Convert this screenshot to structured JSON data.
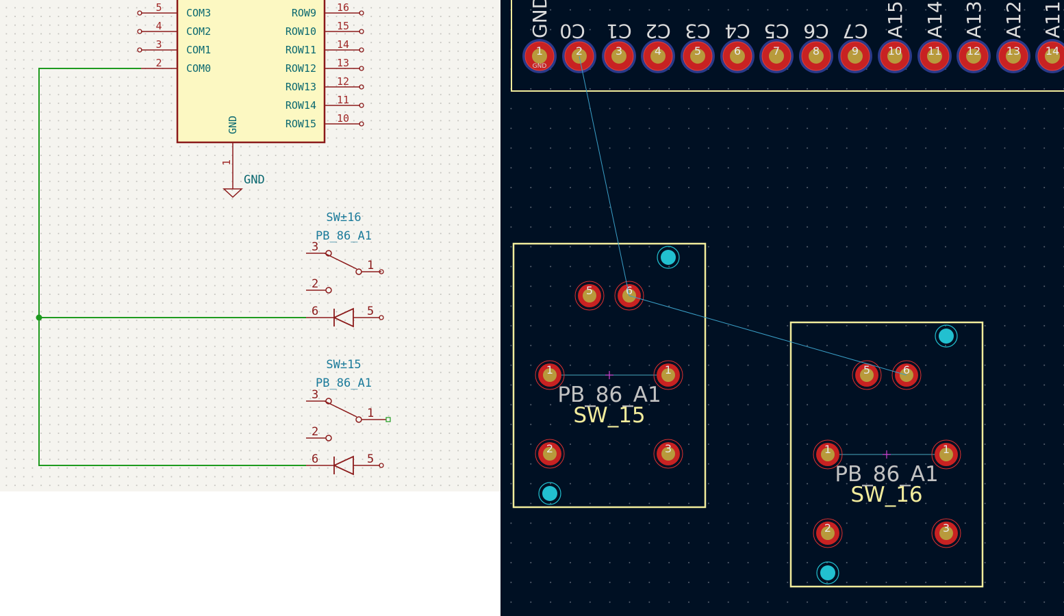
{
  "schematic": {
    "ic": {
      "left_pins": [
        {
          "num": "5",
          "name": "COM3"
        },
        {
          "num": "4",
          "name": "COM2"
        },
        {
          "num": "3",
          "name": "COM1"
        },
        {
          "num": "2",
          "name": "COM0"
        }
      ],
      "right_pins": [
        {
          "num": "16",
          "name": "ROW9"
        },
        {
          "num": "15",
          "name": "ROW10"
        },
        {
          "num": "14",
          "name": "ROW11"
        },
        {
          "num": "13",
          "name": "ROW12"
        },
        {
          "num": "12",
          "name": "ROW13"
        },
        {
          "num": "11",
          "name": "ROW14"
        },
        {
          "num": "10",
          "name": "ROW15"
        }
      ],
      "gnd_pin_name": "GND",
      "gnd_pin_num": "1"
    },
    "gnd_symbol_label": "GND",
    "switches": [
      {
        "ref": "SW±16",
        "value": "PB_86_A1",
        "pins": {
          "p3": "3",
          "p1": "1",
          "p2": "2",
          "p6": "6",
          "p5": "5"
        }
      },
      {
        "ref": "SW±15",
        "value": "PB_86_A1",
        "pins": {
          "p3": "3",
          "p1": "1",
          "p2": "2",
          "p6": "6",
          "p5": "5"
        }
      }
    ],
    "colors": {
      "wire": "#1e9a1e",
      "pin": "#8b1a1a",
      "ic_body": "#fcf8c2",
      "background": "#f5f4ef"
    }
  },
  "pcb": {
    "header_labels": [
      "GND",
      "C0",
      "C1",
      "C2",
      "C3",
      "C4",
      "C5",
      "C6",
      "C7",
      "A15",
      "A14",
      "A13",
      "A12",
      "A11"
    ],
    "header_pad_numbers": [
      "1",
      "2",
      "3",
      "4",
      "5",
      "6",
      "7",
      "8",
      "9",
      "10",
      "11",
      "12",
      "13",
      "14"
    ],
    "gnd_pad_net": "GND",
    "footprints": [
      {
        "value": "PB_86_A1",
        "reference": "SW_15",
        "pads": {
          "top_left": "5",
          "top_right": "6",
          "mid_left": "1",
          "mid_right": "1",
          "bot_left": "2",
          "bot_right": "3"
        }
      },
      {
        "value": "PB_86_A1",
        "reference": "SW_16",
        "pads": {
          "top_left": "5",
          "top_right": "6",
          "mid_left": "1",
          "mid_right": "1",
          "bot_left": "2",
          "bot_right": "3"
        }
      }
    ],
    "colors": {
      "background": "#001023",
      "silkscreen": "#f2ec9c",
      "pad": "#c82222",
      "ratsnest": "#3aa0c8",
      "mounting_hole": "#22c0d0"
    }
  }
}
